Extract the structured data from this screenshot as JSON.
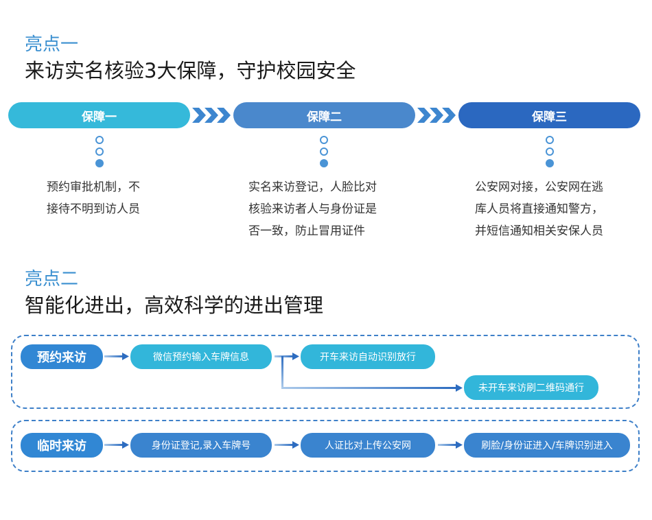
{
  "highlight1": {
    "label": "亮点一",
    "title": "来访实名核验3大保障，守护校园安全",
    "guarantees": [
      {
        "name": "保障一",
        "desc": [
          "预约审批机制，不",
          "接待不明到访人员"
        ]
      },
      {
        "name": "保障二",
        "desc": [
          "实名来访登记，人脸比对",
          "核验来访者人与身份证是",
          "否一致，防止冒用证件"
        ]
      },
      {
        "name": "保障三",
        "desc": [
          "公安网对接，公安网在逃",
          "库人员将直接通知警方，",
          "并短信通知相关安保人员"
        ]
      }
    ]
  },
  "highlight2": {
    "label": "亮点二",
    "title": "智能化进出，高效科学的进出管理",
    "flow1": {
      "head": "预约来访",
      "step1": "微信预约输入车牌信息",
      "branch_a": "开车来访自动识别放行",
      "branch_b": "未开车来访刷二维码通行"
    },
    "flow2": {
      "head": "临时来访",
      "step1": "身份证登记,录入车牌号",
      "step2": "人证比对上传公安网",
      "step3": "刷脸/身份证进入/车牌识别进入"
    }
  },
  "colors": {
    "accent_label": "#3a8fd0",
    "guarantee1": "#35b9da",
    "guarantee2": "#4a88cc",
    "guarantee3": "#2b68c0",
    "flow_dash": "#3d7fc8",
    "flow_teal": "#32b6da",
    "flow_blue": "#3a84cf"
  },
  "icons": [
    "chevron-arrows-icon",
    "dot-connector-icon",
    "flow-arrow-icon"
  ]
}
